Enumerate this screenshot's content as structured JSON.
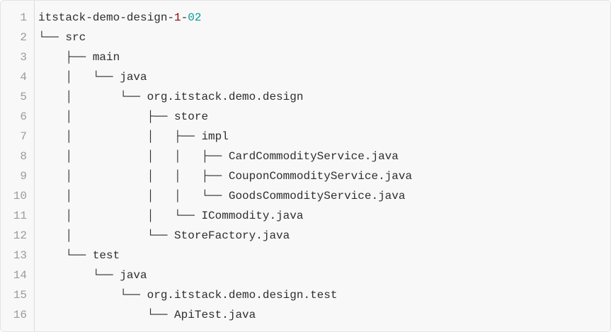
{
  "colors": {
    "page_bg": "#ffffff",
    "card_bg": "#f8f8f8",
    "card_border": "#e4e4e7",
    "gutter_divider": "#dcdcdc",
    "text": "#2e2e2e",
    "line_number": "#9b9b9b",
    "token_red": "#990000",
    "token_teal": "#099999"
  },
  "code_block": {
    "lines": [
      {
        "number": "1",
        "segments": [
          {
            "text": "itstack-demo-design-",
            "token": "plain"
          },
          {
            "text": "1",
            "token": "red"
          },
          {
            "text": "-",
            "token": "plain"
          },
          {
            "text": "02",
            "token": "teal"
          }
        ]
      },
      {
        "number": "2",
        "segments": [
          {
            "text": "└── src",
            "token": "plain"
          }
        ]
      },
      {
        "number": "3",
        "segments": [
          {
            "text": "    ├── main",
            "token": "plain"
          }
        ]
      },
      {
        "number": "4",
        "segments": [
          {
            "text": "    │   └── java",
            "token": "plain"
          }
        ]
      },
      {
        "number": "5",
        "segments": [
          {
            "text": "    │       └── org.itstack.demo.design",
            "token": "plain"
          }
        ]
      },
      {
        "number": "6",
        "segments": [
          {
            "text": "    │           ├── store",
            "token": "plain"
          }
        ]
      },
      {
        "number": "7",
        "segments": [
          {
            "text": "    │           │   ├── impl",
            "token": "plain"
          }
        ]
      },
      {
        "number": "8",
        "segments": [
          {
            "text": "    │           │   │   ├── CardCommodityService.java",
            "token": "plain"
          }
        ]
      },
      {
        "number": "9",
        "segments": [
          {
            "text": "    │           │   │   ├── CouponCommodityService.java",
            "token": "plain"
          }
        ]
      },
      {
        "number": "10",
        "segments": [
          {
            "text": "    │           │   │   └── GoodsCommodityService.java",
            "token": "plain"
          }
        ]
      },
      {
        "number": "11",
        "segments": [
          {
            "text": "    │           │   └── ICommodity.java",
            "token": "plain"
          }
        ]
      },
      {
        "number": "12",
        "segments": [
          {
            "text": "    │           └── StoreFactory.java",
            "token": "plain"
          }
        ]
      },
      {
        "number": "13",
        "segments": [
          {
            "text": "    └── test",
            "token": "plain"
          }
        ]
      },
      {
        "number": "14",
        "segments": [
          {
            "text": "        └── java",
            "token": "plain"
          }
        ]
      },
      {
        "number": "15",
        "segments": [
          {
            "text": "            └── org.itstack.demo.design.test",
            "token": "plain"
          }
        ]
      },
      {
        "number": "16",
        "segments": [
          {
            "text": "                └── ApiTest.java",
            "token": "plain"
          }
        ]
      }
    ]
  }
}
